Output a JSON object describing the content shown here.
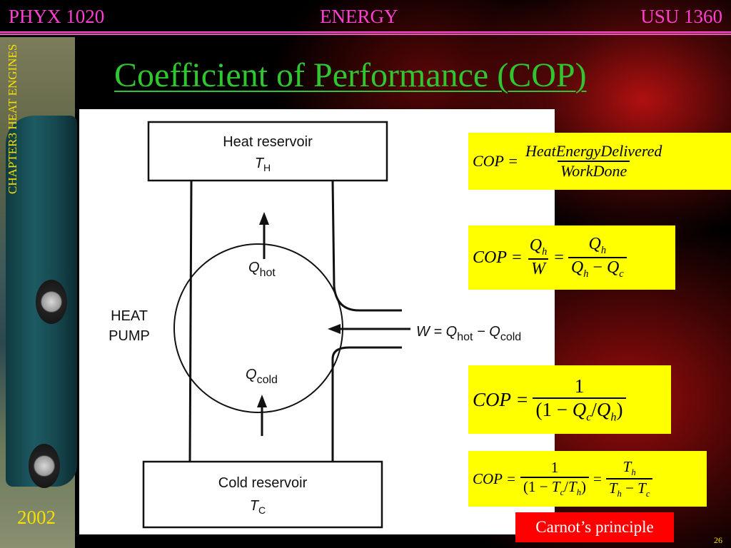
{
  "header": {
    "left": "PHYX 1020",
    "center": "ENERGY",
    "right": "USU 1360"
  },
  "sidebar": {
    "vertical_label": "CHAPTER3  HEAT ENGINES",
    "year": "2002"
  },
  "title": "Coefficient of Performance (COP)",
  "diagram": {
    "hot_reservoir_label": "Heat reservoir",
    "hot_reservoir_temp": "T",
    "hot_reservoir_temp_sub": "H",
    "cold_reservoir_label": "Cold reservoir",
    "cold_reservoir_temp": "T",
    "cold_reservoir_temp_sub": "C",
    "pump_label_line1": "HEAT",
    "pump_label_line2": "PUMP",
    "q_hot": "Q",
    "q_hot_sub": "hot",
    "q_cold": "Q",
    "q_cold_sub": "cold",
    "work_eq_prefix": "W = Q",
    "work_eq_sub1": "hot",
    "work_eq_mid": " − Q",
    "work_eq_sub2": "cold"
  },
  "equations": {
    "eq1": {
      "lhs": "COP =",
      "numerator": "HeatEnergyDelivered",
      "denominator": "WorkDone"
    },
    "eq2": {
      "lhs": "COP =",
      "num1": "Q",
      "num1_sub": "h",
      "den1": "W",
      "eq": "=",
      "num2": "Q",
      "num2_sub": "h",
      "den2_a": "Q",
      "den2_a_sub": "h",
      "den2_op": " − ",
      "den2_b": "Q",
      "den2_b_sub": "c"
    },
    "eq3": {
      "lhs": "COP =",
      "numerator": "1",
      "den_open": "(1 − ",
      "den_q1": "Q",
      "den_q1_sub": "c",
      "den_slash": "/",
      "den_q2": "Q",
      "den_q2_sub": "h",
      "den_close": ")"
    },
    "eq4": {
      "lhs": "COP =",
      "num1": "1",
      "den1_open": "(1 − ",
      "den1_t1": "T",
      "den1_t1_sub": "c",
      "den1_slash": "/",
      "den1_t2": "T",
      "den1_t2_sub": "h",
      "den1_close": ")",
      "eq": "=",
      "num2": "T",
      "num2_sub": "h",
      "den2_a": "T",
      "den2_a_sub": "h",
      "den2_op": " − ",
      "den2_b": "T",
      "den2_b_sub": "c"
    }
  },
  "carnot_label": "Carnot’s principle",
  "page_number": "26",
  "colors": {
    "header_text": "#ff3fd0",
    "title": "#2fc62f",
    "sidebar_text": "#f5e000",
    "equation_bg": "#ffff00",
    "carnot_bg": "#ff0000"
  }
}
